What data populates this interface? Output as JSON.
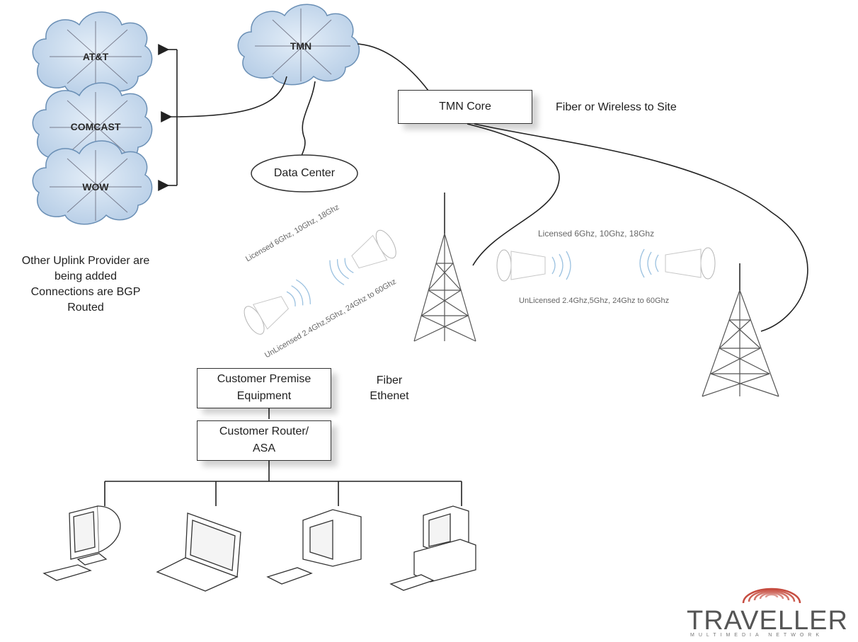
{
  "clouds": {
    "att": "AT&T",
    "comcast": "COMCAST",
    "wow": "WOW",
    "tmn": "TMN"
  },
  "nodes": {
    "tmn_core": "TMN Core",
    "data_center": "Data Center",
    "cpe_line1": "Customer Premise",
    "cpe_line2": "Equipment",
    "router_line1": "Customer Router/",
    "router_line2": "ASA"
  },
  "labels": {
    "fiber_wireless": "Fiber or Wireless to Site",
    "uplink_note": [
      "Other Uplink Provider are",
      "being added",
      "Connections are BGP",
      "Routed"
    ],
    "fiber_ethernet_line1": "Fiber",
    "fiber_ethernet_line2": "Ethenet",
    "licensed_left": "Licensed 6Ghz, 10Ghz, 18Ghz",
    "unlicensed_left": "UnLicensed 2.4Ghz,5Ghz, 24Ghz to 60Ghz",
    "licensed_right": "Licensed 6Ghz, 10Ghz, 18Ghz",
    "unlicensed_right": "UnLicensed 2.4Ghz,5Ghz, 24Ghz to 60Ghz"
  },
  "logo": {
    "name": "TRAVELLER",
    "tagline": "MULTIMEDIA NETWORK"
  },
  "colors": {
    "cloud_fill": "#cfe0f2",
    "cloud_stroke": "#6a8fb5",
    "line": "#222222",
    "logo_red": "#c0392b"
  }
}
